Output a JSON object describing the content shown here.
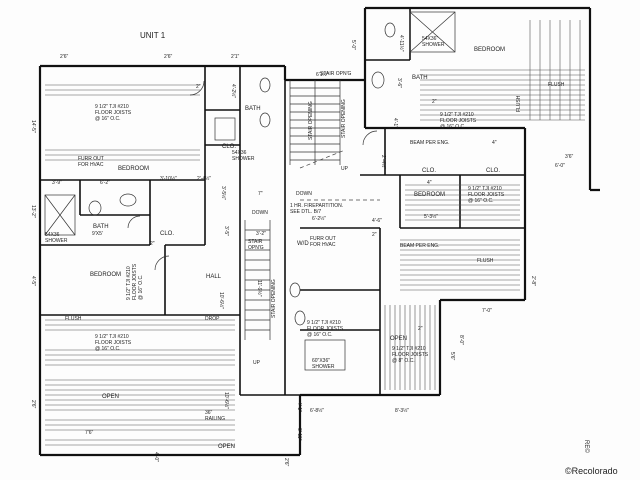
{
  "title": "UNIT 1",
  "watermark": "©Recolorado",
  "side_mark": "RE©",
  "colors": {
    "line": "#111111",
    "text": "#222222",
    "paper": "#fdfdfd"
  },
  "rooms": {
    "bedroom_left": "BEDROOM",
    "bedroom_lower_left": "BEDROOM",
    "bedroom_top_right": "BEDROOM",
    "bedroom_mid_right": "BEDROOM",
    "bath_left": "BATH",
    "bath_left_size": "9'X5'",
    "bath_top": "BATH",
    "bath_top_right": "BATH",
    "shower_left": "54X36\nSHOWER",
    "shower_center": "54X36\nSHOWER",
    "shower_top_right": "54X36\"\nSHOWER",
    "shower_bottom": "60\"X36\"\nSHOWER",
    "clo_left": "CLO.",
    "clo_center": "CLO.",
    "clo_right1": "CLO.",
    "clo_right2": "CLO.",
    "hall": "HALL",
    "wd": "W/D"
  },
  "notes": {
    "furr_left": "FURR OUT\nFOR HVAC",
    "furr_center": "FURR OUT\nFOR HVAC",
    "joists_top_left": "9 1/2\" TJI #210\nFLOOR JOISTS\n@ 16\" O.C.",
    "joists_mid_left": "9 1/2\" TJI #210\nFLOOR JOISTS\n@ 16\" O.C.",
    "joists_lower_left": "9 1/2\" TJI #210\nFLOOR JOISTS\n@ 16\" O.C.",
    "joists_top_right": "9 1/2\" TJI #210\nFLOOR JOISTS\n@ 16\" O.C.",
    "joists_mid_right": "9 1/2\" TJI #210\nFLOOR JOISTS\n@ 16\" O.C.",
    "joists_center": "9 1/2\" TJI #210\nFLOOR JOISTS\n@ 16\" O.C.",
    "joists_bottom_right": "9 1/2\" TJI #210\nFLOOR JOISTS\n@ 8\" O.C.",
    "firepartition": "1 HR. FIREPARTITION.\nSEE DTL. B/7",
    "beam1": "BEAM PER ENG.",
    "beam2": "BEAM PER ENG.",
    "flush1": "FLUSH",
    "flush2": "FLUSH",
    "flush3": "FLUSH",
    "flush4": "FLUSH",
    "drop": "DROP",
    "open1": "OPEN",
    "open2": "OPEN",
    "open3": "OPEN",
    "railing": "36\"\nRAILING",
    "stair_opng1": "STAIR OPN'G",
    "stair_opng2": "STAIR\nOPN'G",
    "stair_opening1": "STAIR OPENING",
    "stair_opening2": "STAIR OPENING",
    "stair_opening3": "STAIR OPENING",
    "down1": "DOWN",
    "down2": "DOWN",
    "up1": "UP",
    "up2": "UP"
  },
  "dims": {
    "d1": "2'6\"",
    "d2": "2'6\"",
    "d3": "2'1\"",
    "d4": "6'1½\"",
    "d5": "5'-0\"",
    "d6": "4'-11½\"",
    "d7": "4'-2½\"",
    "d8": "3'-6\"",
    "d9": "4'-1\"",
    "d10": "2'-4½\"",
    "d11": "3'6\"",
    "d12": "6'-0\"",
    "d13": "3'-9\"",
    "d14": "6'-2\"",
    "d15": "3'-10½\"",
    "d16": "2'-4½\"",
    "d17": "3'-5½\"",
    "d18": "6'-2½\"",
    "d19": "4'-6\"",
    "d20": "5'-3½\"",
    "d21": "3'-2\"",
    "d22": "3'-5\"",
    "d23": "11'-9½\"",
    "d24": "10'-6½\"",
    "d25": "7'-0\"",
    "d26": "8'-0\"",
    "d27": "5'6\"",
    "d28": "4'-1\"",
    "d29": "6'-8½\"",
    "d30": "8'-3½\"",
    "d31": "3'-11\"",
    "d32": "7'6\"",
    "d33": "2'6\"",
    "d34": "4'-0\"",
    "d35": "2'6\"",
    "d36": "14'-5\"",
    "d37": "13'-2\"",
    "d38": "4'-5\"",
    "d39": "10'-6½\"",
    "d40": "2'-8\""
  },
  "numbers": {
    "n2a": "2\"",
    "n2b": "2\"",
    "n2c": "2\"",
    "n4a": "4\"",
    "n4b": "4\"",
    "n7": "7\"",
    "n2d": "2\"",
    "n2e": "2\""
  }
}
